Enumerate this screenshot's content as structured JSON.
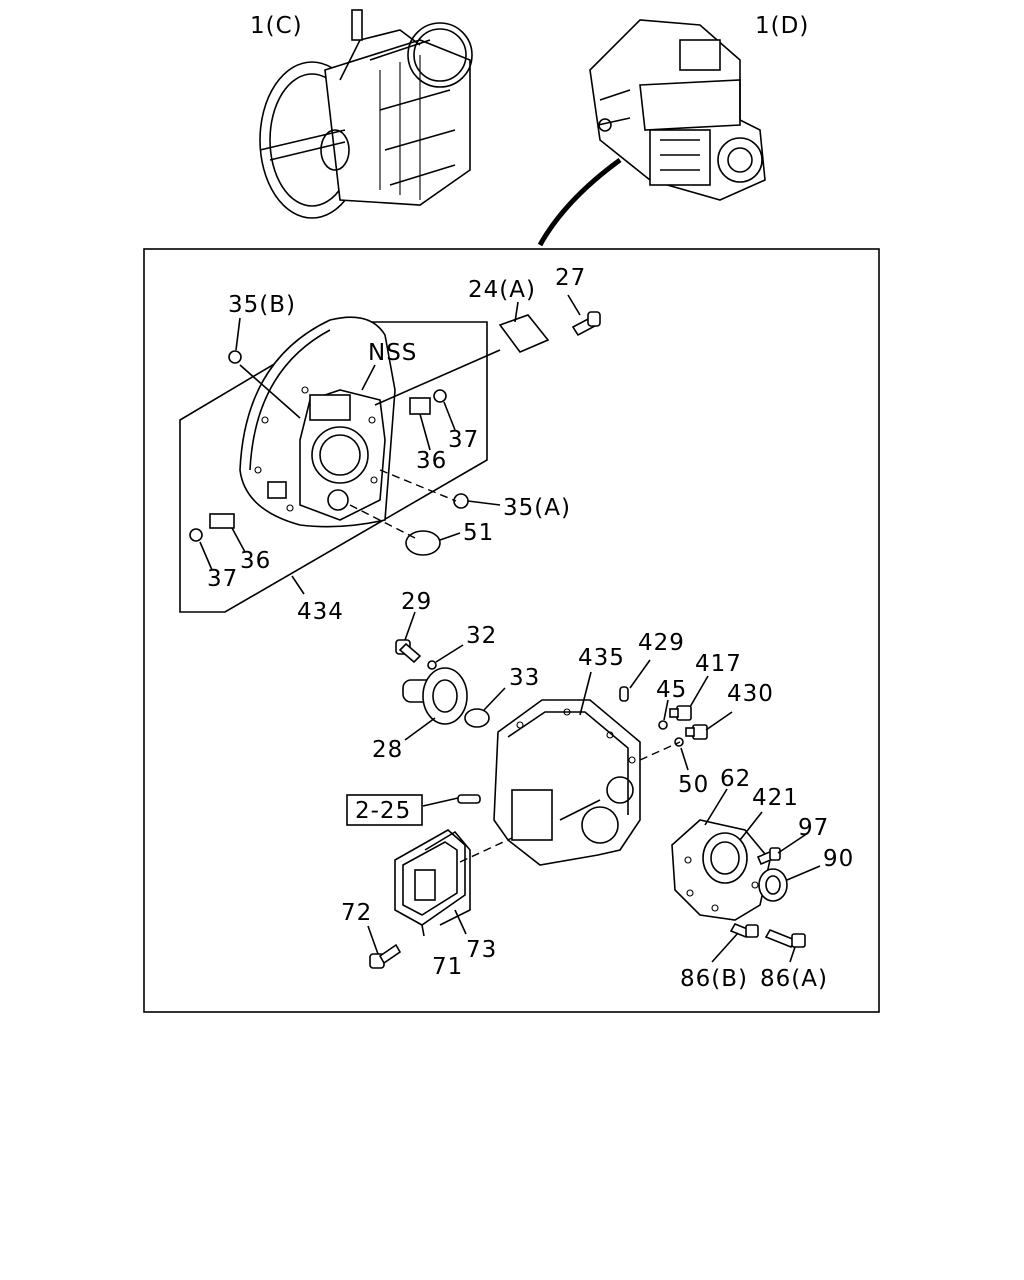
{
  "diagram": {
    "assembly_labels": {
      "c": "1(C)",
      "d": "1(D)"
    },
    "callouts": {
      "p35b": "35(B)",
      "p24a": "24(A)",
      "p27": "27",
      "nss": "NSS",
      "p37_upper": "37",
      "p36_upper": "36",
      "p35a": "35(A)",
      "p51": "51",
      "p36_lower": "36",
      "p37_lower": "37",
      "p434": "434",
      "p29": "29",
      "p32": "32",
      "p33": "33",
      "p28": "28",
      "p435": "435",
      "p429": "429",
      "p417": "417",
      "p45": "45",
      "p430": "430",
      "p50": "50",
      "p62": "62",
      "p421": "421",
      "p97": "97",
      "p90": "90",
      "p2_25": "2-25",
      "p72": "72",
      "p71": "71",
      "p73": "73",
      "p86b": "86(B)",
      "p86a": "86(A)"
    }
  }
}
